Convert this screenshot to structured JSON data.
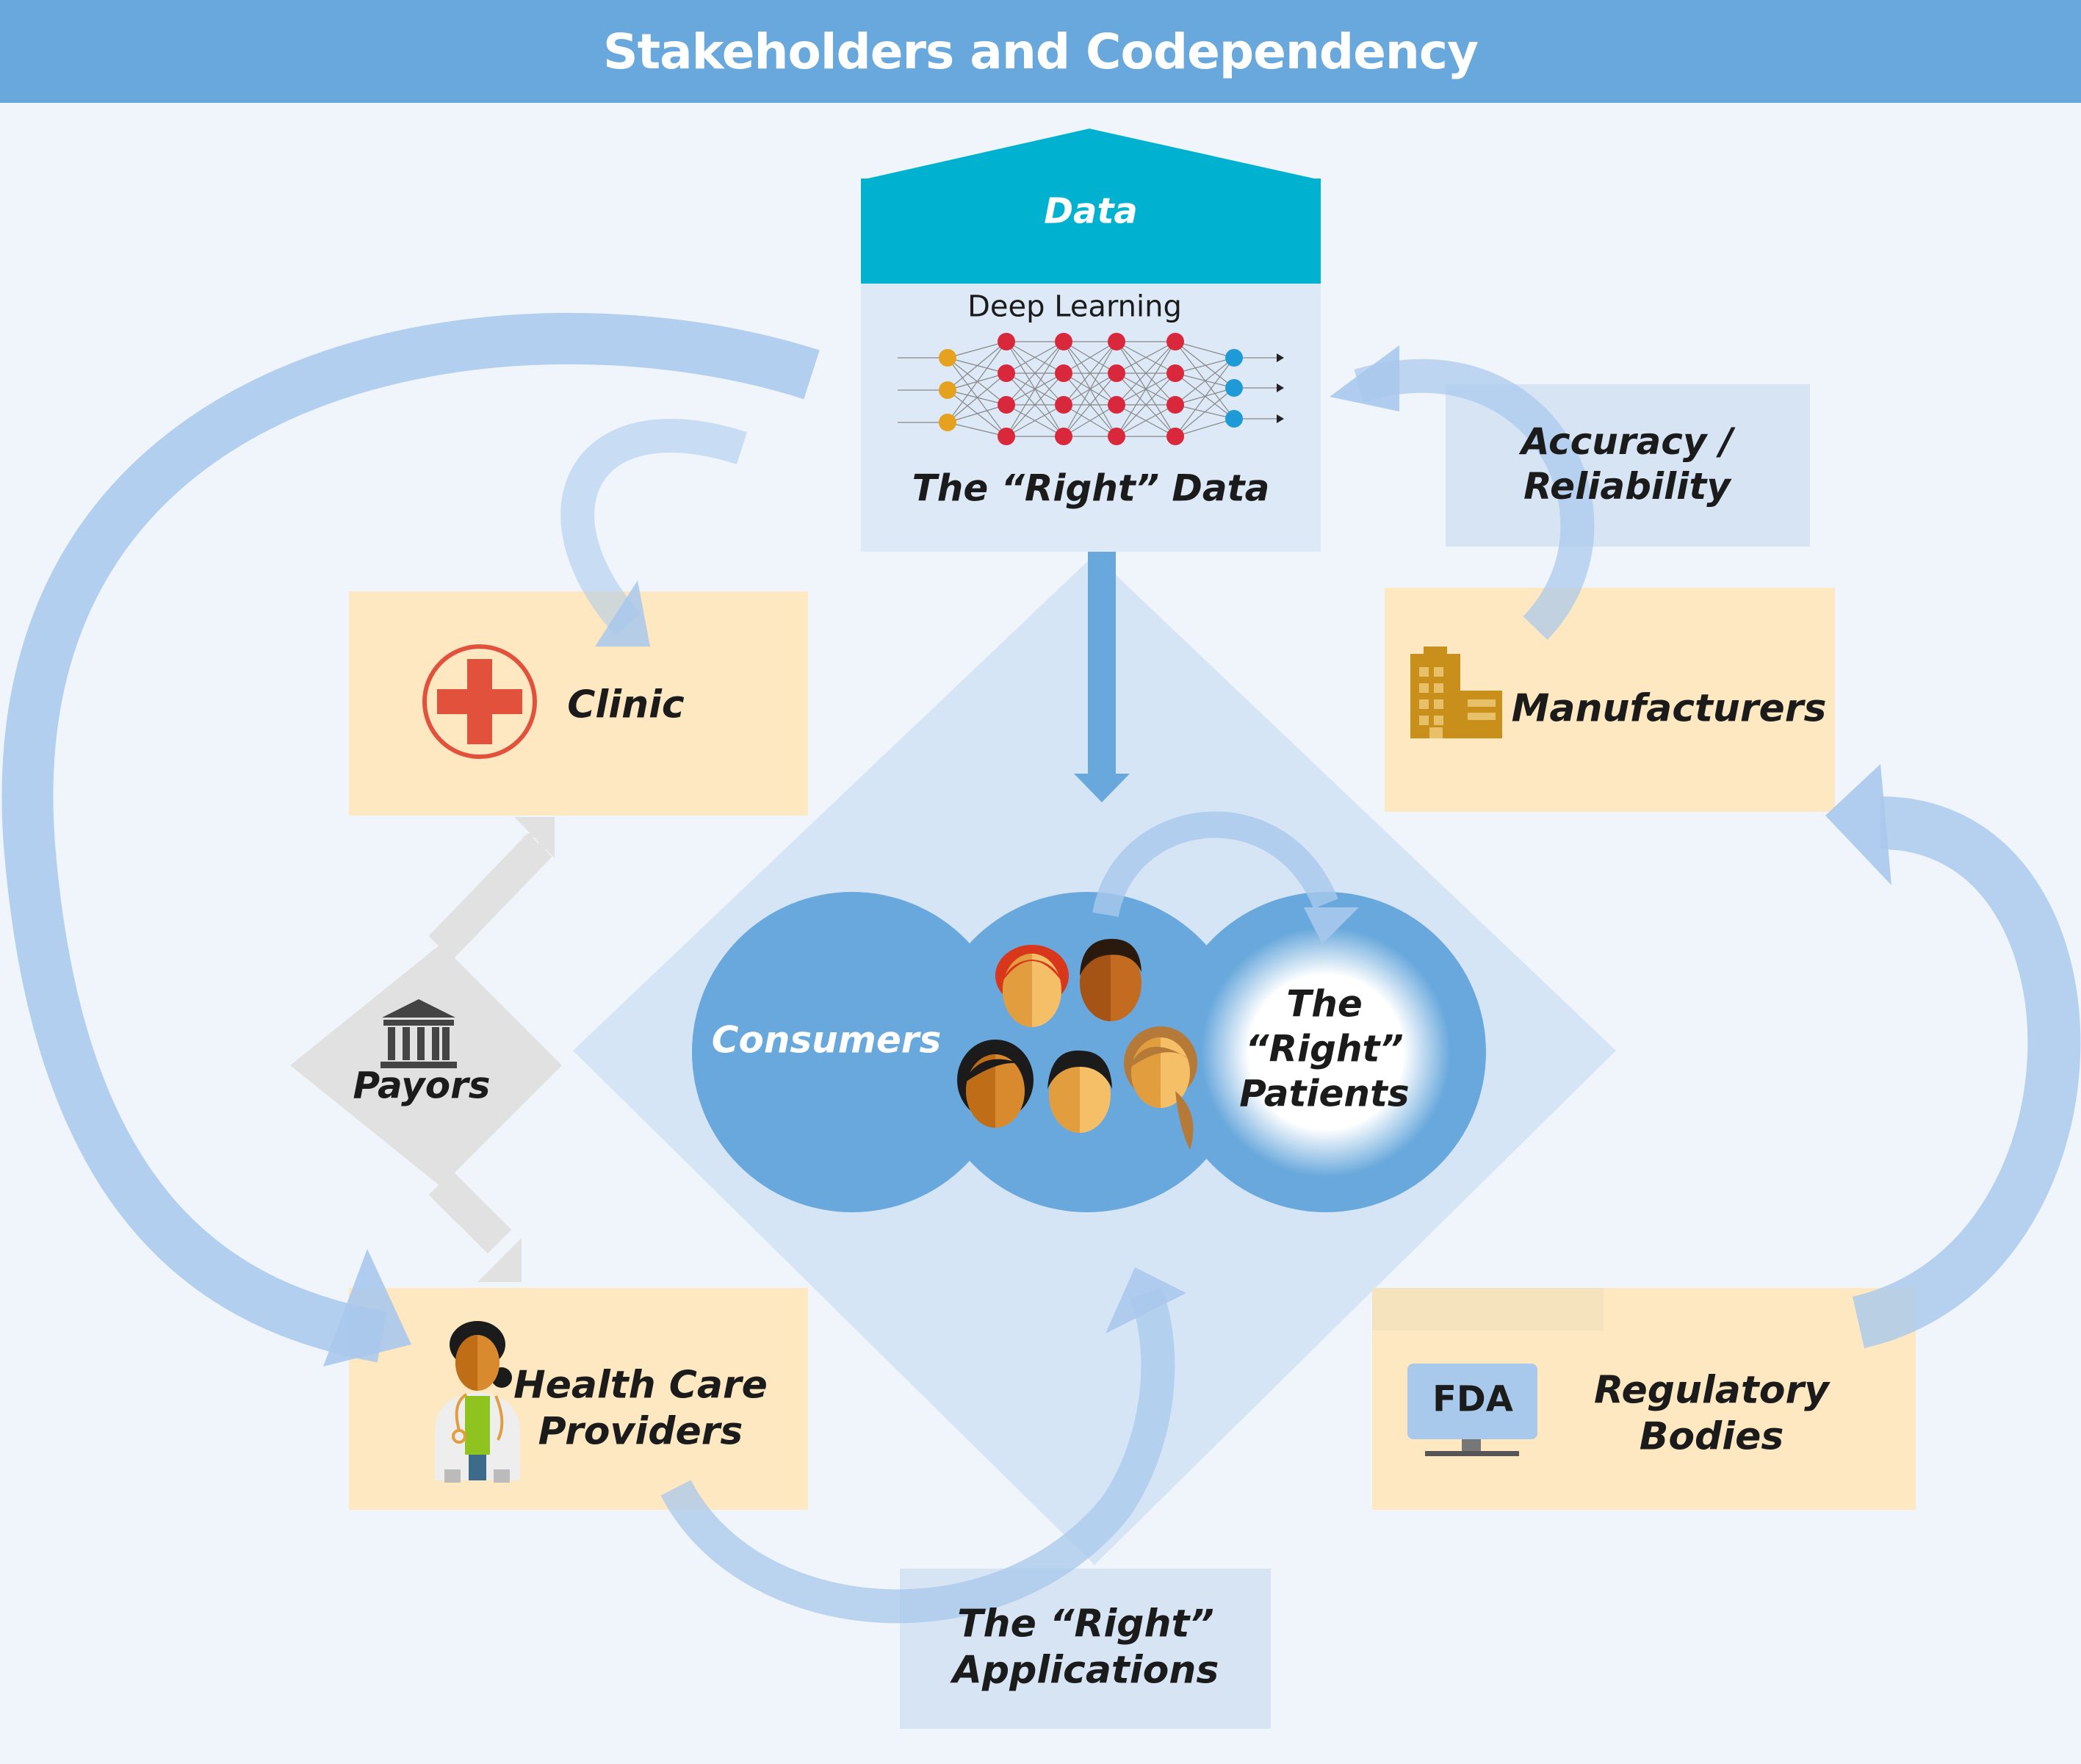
{
  "title": "Stakeholders and Codependency",
  "data_box": {
    "header": "Data",
    "subtitle": "Deep Learning",
    "caption": "The “Right” Data"
  },
  "accuracy": {
    "line1": "Accuracy /",
    "line2": "Reliability"
  },
  "clinic": {
    "label": "Clinic"
  },
  "manufacturers": {
    "label": "Manufacturers"
  },
  "payors": {
    "label": "Payors"
  },
  "consumers": {
    "label": "Consumers"
  },
  "right_patients": {
    "line1": "The",
    "line2": "“Right”",
    "line3": "Patients"
  },
  "providers": {
    "line1": "Health Care",
    "line2": "Providers"
  },
  "regulatory": {
    "line1": "Regulatory",
    "line2": "Bodies",
    "screen_text": "FDA"
  },
  "applications": {
    "line1": "The “Right”",
    "line2": "Applications"
  },
  "colors": {
    "header_blue": "#68a8dc",
    "data_teal": "#00b2cf",
    "stakeholder_box": "#fee8c1",
    "label_box": "#d6e4f4",
    "diamond": "#d6e5f5",
    "payor_diamond": "#e1e1e1",
    "consumer_circle": "#68a8dc",
    "flow_arrow": "#a8c8ec",
    "clinic_red": "#e2513c",
    "building_gold": "#c8901b"
  },
  "icons": [
    "neural-network-icon",
    "medical-cross-icon",
    "office-building-icon",
    "bank-icon",
    "people-group-icon",
    "doctor-icon",
    "fda-monitor-icon"
  ]
}
